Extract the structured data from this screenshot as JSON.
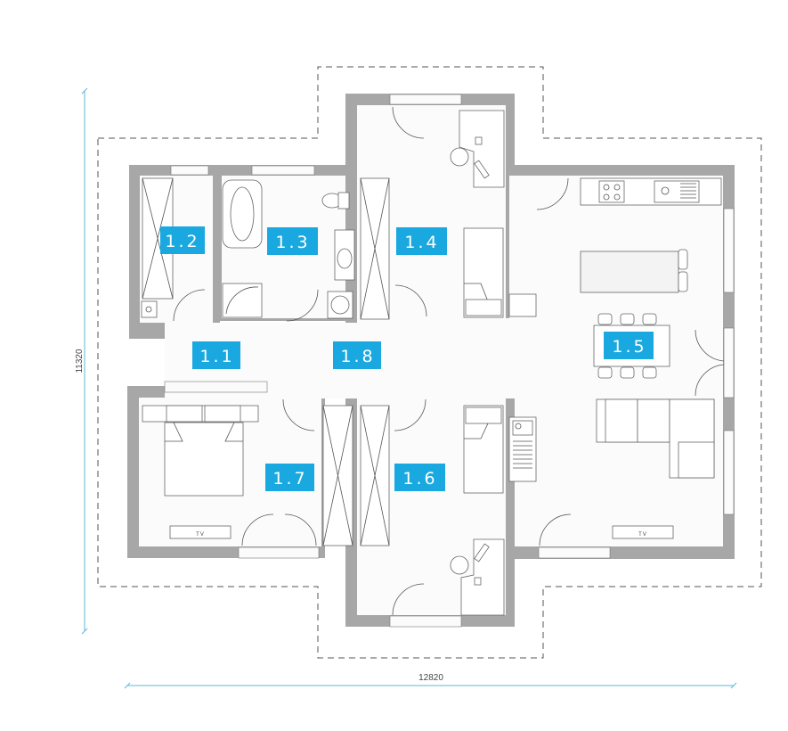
{
  "rooms": [
    {
      "id": "room-1-1",
      "label": "1.1"
    },
    {
      "id": "room-1-2",
      "label": "1.2"
    },
    {
      "id": "room-1-3",
      "label": "1.3"
    },
    {
      "id": "room-1-4",
      "label": "1.4"
    },
    {
      "id": "room-1-5",
      "label": "1.5"
    },
    {
      "id": "room-1-6",
      "label": "1.6"
    },
    {
      "id": "room-1-7",
      "label": "1.7"
    },
    {
      "id": "room-1-8",
      "label": "1.8"
    }
  ],
  "dimensions": {
    "width": "12820",
    "height": "11320"
  },
  "tv_labels": {
    "bedroom": "TV",
    "living": "TV"
  },
  "colors": {
    "wall": "#a7a7a7",
    "label": "#19a8df",
    "dimension_line": "#5bb8d6"
  }
}
